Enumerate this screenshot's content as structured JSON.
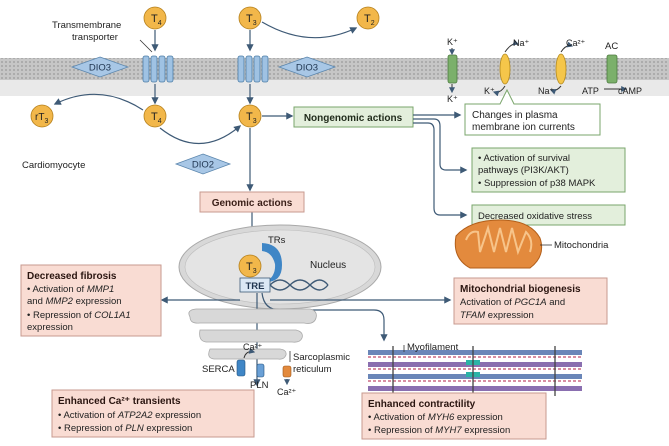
{
  "colors": {
    "membrane": "#bdbdbd",
    "hormone_circle": "#f2b74a",
    "dio_diamond": "#a8c7e6",
    "transporter": "#9fc2e3",
    "green_box_fill": "#e3efdc",
    "green_box_stroke": "#7aa56b",
    "pink_box_fill": "#f9dcd3",
    "pink_box_stroke": "#c79a8f",
    "arrow": "#3e5a76",
    "nucleus": "#d8d8d8",
    "receptor": "#3f86c6",
    "mitochondria": "#e38a3d",
    "channel_yellow": "#f5c64a",
    "channel_green": "#7bb06a"
  },
  "membrane": {
    "transmembrane_transporter": "Transmembrane\ntransporter",
    "cell_label": "Cardiomyocyte"
  },
  "hormones": {
    "t4_outside": {
      "base": "T",
      "sub": "4"
    },
    "t3_outside": {
      "base": "T",
      "sub": "3"
    },
    "t2": {
      "base": "T",
      "sub": "2"
    },
    "rt3": {
      "base": "rT",
      "sub": "3"
    },
    "t4_inside": {
      "base": "T",
      "sub": "4"
    },
    "t3_inside": {
      "base": "T",
      "sub": "3"
    },
    "t3_nucleus": {
      "base": "T",
      "sub": "3"
    }
  },
  "enzymes": {
    "dio3_left": "DIO3",
    "dio3_right": "DIO3",
    "dio2": "DIO2"
  },
  "ion_channels": {
    "k_top": "K⁺",
    "k_bottom": "K⁺",
    "k_channel2_bottom": "K⁺",
    "na_top": "Na⁺",
    "na_bottom": "Na⁺",
    "ca_top": "Ca²⁺",
    "ac": "AC",
    "atp": "ATP",
    "camp": "cAMP"
  },
  "nongenomic": {
    "title": "Nongenomic actions",
    "membrane_currents": "Changes in plasma\nmembrane ion currents",
    "survival": [
      "• Activation of survival",
      "  pathways (PI3K/AKT)",
      "• Suppression of p38 MAPK"
    ],
    "oxidative": "Decreased oxidative stress",
    "mitochondria_label": "Mitochondria"
  },
  "genomic": {
    "title": "Genomic actions",
    "nucleus_label": "Nucleus",
    "trs": "TRs",
    "tre": "TRE"
  },
  "fibrosis": {
    "title": "Decreased fibrosis",
    "line1_prefix": "• Activation of ",
    "line1_gene": "MMP1",
    "line2_prefix": "  and ",
    "line2_gene": "MMP2",
    "line2_suffix": " expression",
    "line3_prefix": "• Repression of ",
    "line3_gene": "COL1A1",
    "line4": "  expression"
  },
  "biogenesis": {
    "title": "Mitochondrial biogenesis",
    "line1_prefix": "Activation of ",
    "line1_gene": "PGC1A",
    "line1_suffix": " and",
    "line2_gene": "TFAM",
    "line2_suffix": " expression"
  },
  "sr": {
    "serca": "SERCA",
    "pln": "PLN",
    "ca_top": "Ca²⁺",
    "ca_bottom": "Ca²⁺",
    "label": "Sarcoplasmic\nreticulum"
  },
  "calcium": {
    "title": "Enhanced Ca²⁺ transients",
    "line1_prefix": "• Activation of ",
    "line1_gene": "ATP2A2",
    "line1_suffix": " expression",
    "line2_prefix": "• Repression of ",
    "line2_gene": "PLN",
    "line2_suffix": " expression"
  },
  "contractility": {
    "myofilament": "Myofilament",
    "title": "Enhanced contractility",
    "line1_prefix": "• Activation of ",
    "line1_gene": "MYH6",
    "line1_suffix": " expression",
    "line2_prefix": "• Repression of ",
    "line2_gene": "MYH7",
    "line2_suffix": " expression"
  }
}
